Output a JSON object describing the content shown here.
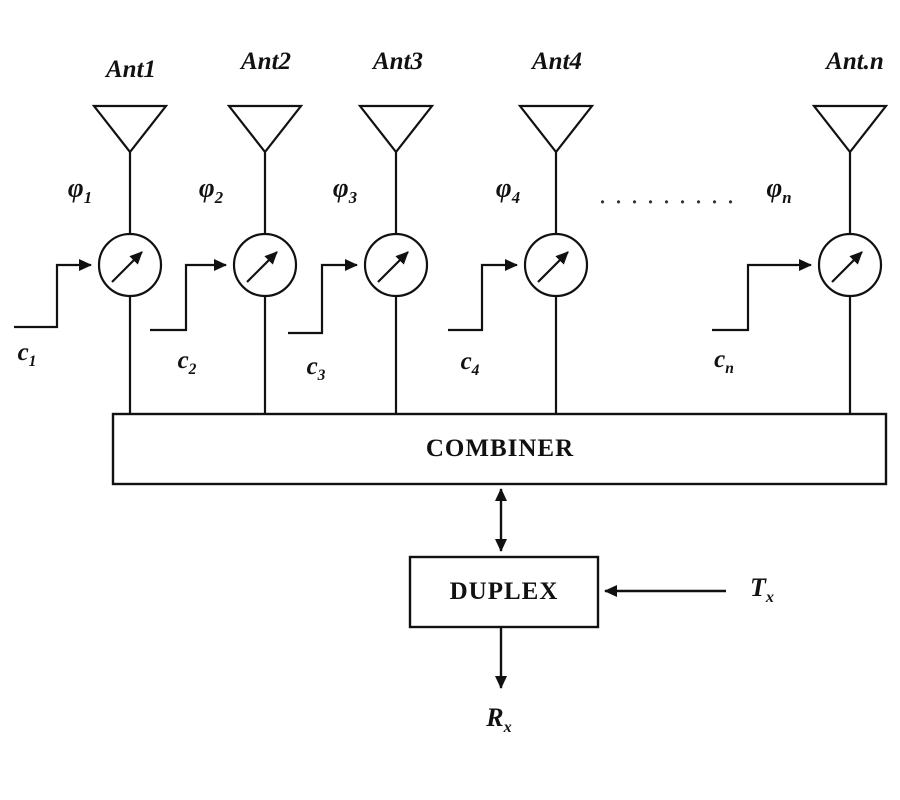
{
  "channels": [
    {
      "antenna": "Ant1",
      "phase": "φ",
      "phase_sub": "1",
      "control": "c",
      "control_sub": "1"
    },
    {
      "antenna": "Ant2",
      "phase": "φ",
      "phase_sub": "2",
      "control": "c",
      "control_sub": "2"
    },
    {
      "antenna": "Ant3",
      "phase": "φ",
      "phase_sub": "3",
      "control": "c",
      "control_sub": "3"
    },
    {
      "antenna": "Ant4",
      "phase": "φ",
      "phase_sub": "4",
      "control": "c",
      "control_sub": "4"
    },
    {
      "antenna": "Ant.n",
      "phase": "φ",
      "phase_sub": "n",
      "control": "c",
      "control_sub": "n"
    }
  ],
  "ellipsis": ". . . . . . . . .",
  "combiner": {
    "label": "COMBINER"
  },
  "duplex": {
    "label": "DUPLEX"
  },
  "tx": {
    "label": "T",
    "sub": "x"
  },
  "rx": {
    "label": "R",
    "sub": "x"
  },
  "colors": {
    "line": "#111111",
    "background": "#ffffff"
  }
}
